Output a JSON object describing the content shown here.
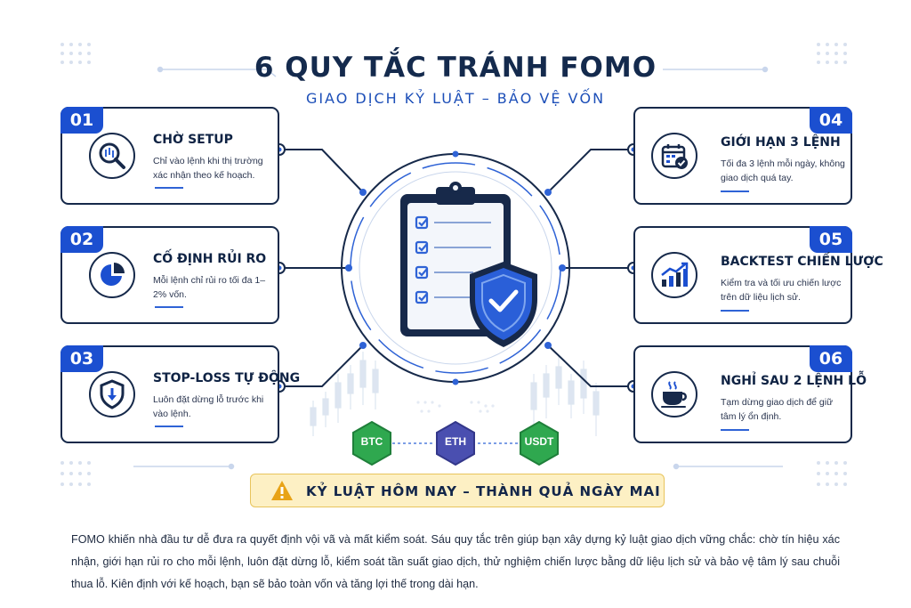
{
  "header": {
    "title": "6 QUY TẮC TRÁNH FOMO",
    "subtitle": "GIAO DỊCH KỶ LUẬT – BẢO VỆ VỐN"
  },
  "rules": [
    {
      "number": "01",
      "title": "CHỜ SETUP",
      "description": "Chỉ vào lệnh khi thị trường xác nhận theo kế hoạch.",
      "icon": "magnifier-chart-icon"
    },
    {
      "number": "02",
      "title": "CỐ ĐỊNH RỦI RO",
      "description": "Mỗi lệnh chỉ rủi ro tối đa 1–2% vốn.",
      "icon": "pie-chart-icon"
    },
    {
      "number": "03",
      "title": "STOP-LOSS TỰ ĐỘNG",
      "description": "Luôn đặt dừng lỗ trước khi vào lệnh.",
      "icon": "shield-arrow-icon"
    },
    {
      "number": "04",
      "title": "GIỚI HẠN 3 LỆNH",
      "description": "Tối đa 3 lệnh mỗi ngày, không giao dịch quá tay.",
      "icon": "calendar-check-icon"
    },
    {
      "number": "05",
      "title": "BACKTEST CHIẾN LƯỢC",
      "description": "Kiểm tra và tối ưu chiến lược trên dữ liệu lịch sử.",
      "icon": "growth-bars-icon"
    },
    {
      "number": "06",
      "title": "NGHỈ SAU 2 LỆNH LỖ",
      "description": "Tạm dừng giao dịch để giữ tâm lý ổn định.",
      "icon": "coffee-cup-icon"
    }
  ],
  "coins": [
    "BTC",
    "ETH",
    "USDT"
  ],
  "banner": {
    "text": "KỶ LUẬT HÔM NAY – THÀNH QUẢ NGÀY MAI",
    "icon": "warning-icon"
  },
  "summary": "FOMO khiến nhà đầu tư dễ đưa ra quyết định vội vã và mất kiểm soát. Sáu quy tắc trên giúp bạn xây dựng kỷ luật giao dịch vững chắc: chờ tín hiệu xác nhận, giới hạn rủi ro cho mỗi lệnh, luôn đặt dừng lỗ, kiểm soát tần suất giao dịch, thử nghiệm chiến lược bằng dữ liệu lịch sử và bảo vệ tâm lý sau chuỗi thua lỗ. Kiên định với kế hoạch, bạn sẽ bảo toàn vốn và tăng lợi thế trong dài hạn.",
  "colors": {
    "navy": "#16294a",
    "blue": "#1b4fd0",
    "btc": "#2fa84f",
    "eth": "#4a4fb0",
    "usdt": "#2fa84f",
    "banner": "#fdf0c4"
  }
}
